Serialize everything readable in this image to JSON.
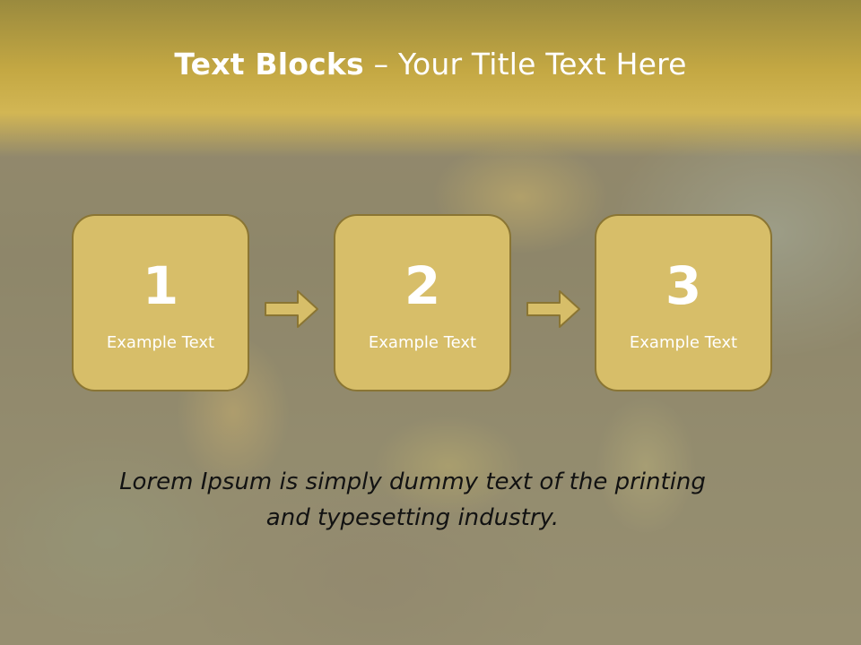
{
  "title": {
    "bold": "Text Blocks",
    "separator": " – ",
    "rest": "Your Title Text Here"
  },
  "blocks": [
    {
      "number": "1",
      "label": "Example Text"
    },
    {
      "number": "2",
      "label": "Example Text"
    },
    {
      "number": "3",
      "label": "Example Text"
    }
  ],
  "caption": {
    "line1": "Lorem Ipsum is simply dummy text of the printing",
    "line2": "and typesetting industry."
  },
  "colors": {
    "block_fill": "#d7be69",
    "block_border": "#8a7533",
    "title_band": "#c4a843",
    "arrow_fill": "#d7be69"
  },
  "icons": [
    "right-arrow-icon"
  ]
}
